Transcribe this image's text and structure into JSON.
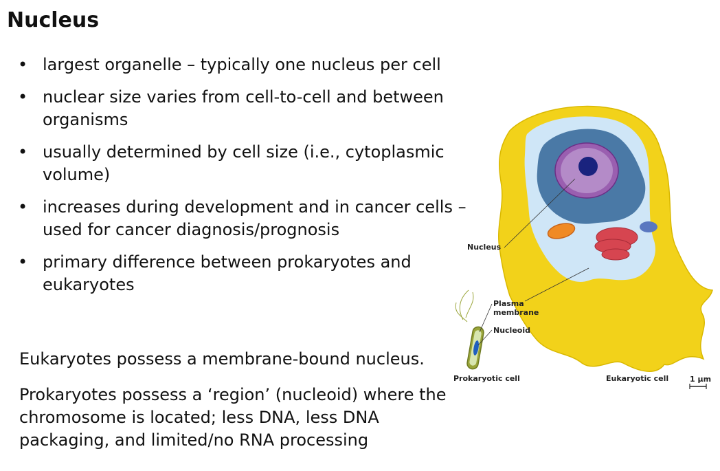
{
  "slide": {
    "title": "Nucleus",
    "bullets": [
      "largest organelle – typically one nucleus per cell",
      "nuclear size varies from cell-to-cell and between organisms",
      "usually determined by cell size (i.e., cytoplasmic volume)",
      "increases during development and in cancer cells – used for cancer diagnosis/prognosis",
      "primary difference between prokaryotes and eukaryotes"
    ],
    "bullet_symbol": "•",
    "paragraphs": [
      "Eukaryotes possess a membrane-bound nucleus.",
      "Prokaryotes possess a ‘region’ (nucleoid) where the chromosome is located; less DNA, less DNA packaging, and limited/no RNA processing"
    ]
  },
  "figure": {
    "labels": {
      "nucleus": "Nucleus",
      "plasma_membrane_1": "Plasma",
      "plasma_membrane_2": "membrane",
      "nucleoid": "Nucleoid",
      "prokaryotic_cell": "Prokaryotic cell",
      "eukaryotic_cell": "Eukaryotic cell",
      "scale": "1 μm"
    },
    "colors": {
      "membrane_yellow": "#f2d21a",
      "cytoplasm_blue": "#cfe6f7",
      "er_blue": "#4a79a6",
      "nucleus_purple": "#9a5fb0",
      "nucleolus": "#1a237e",
      "golgi_red": "#d64550",
      "mitochondrion_orange": "#f08a24",
      "prokaryote_green": "#9aa53a"
    }
  }
}
